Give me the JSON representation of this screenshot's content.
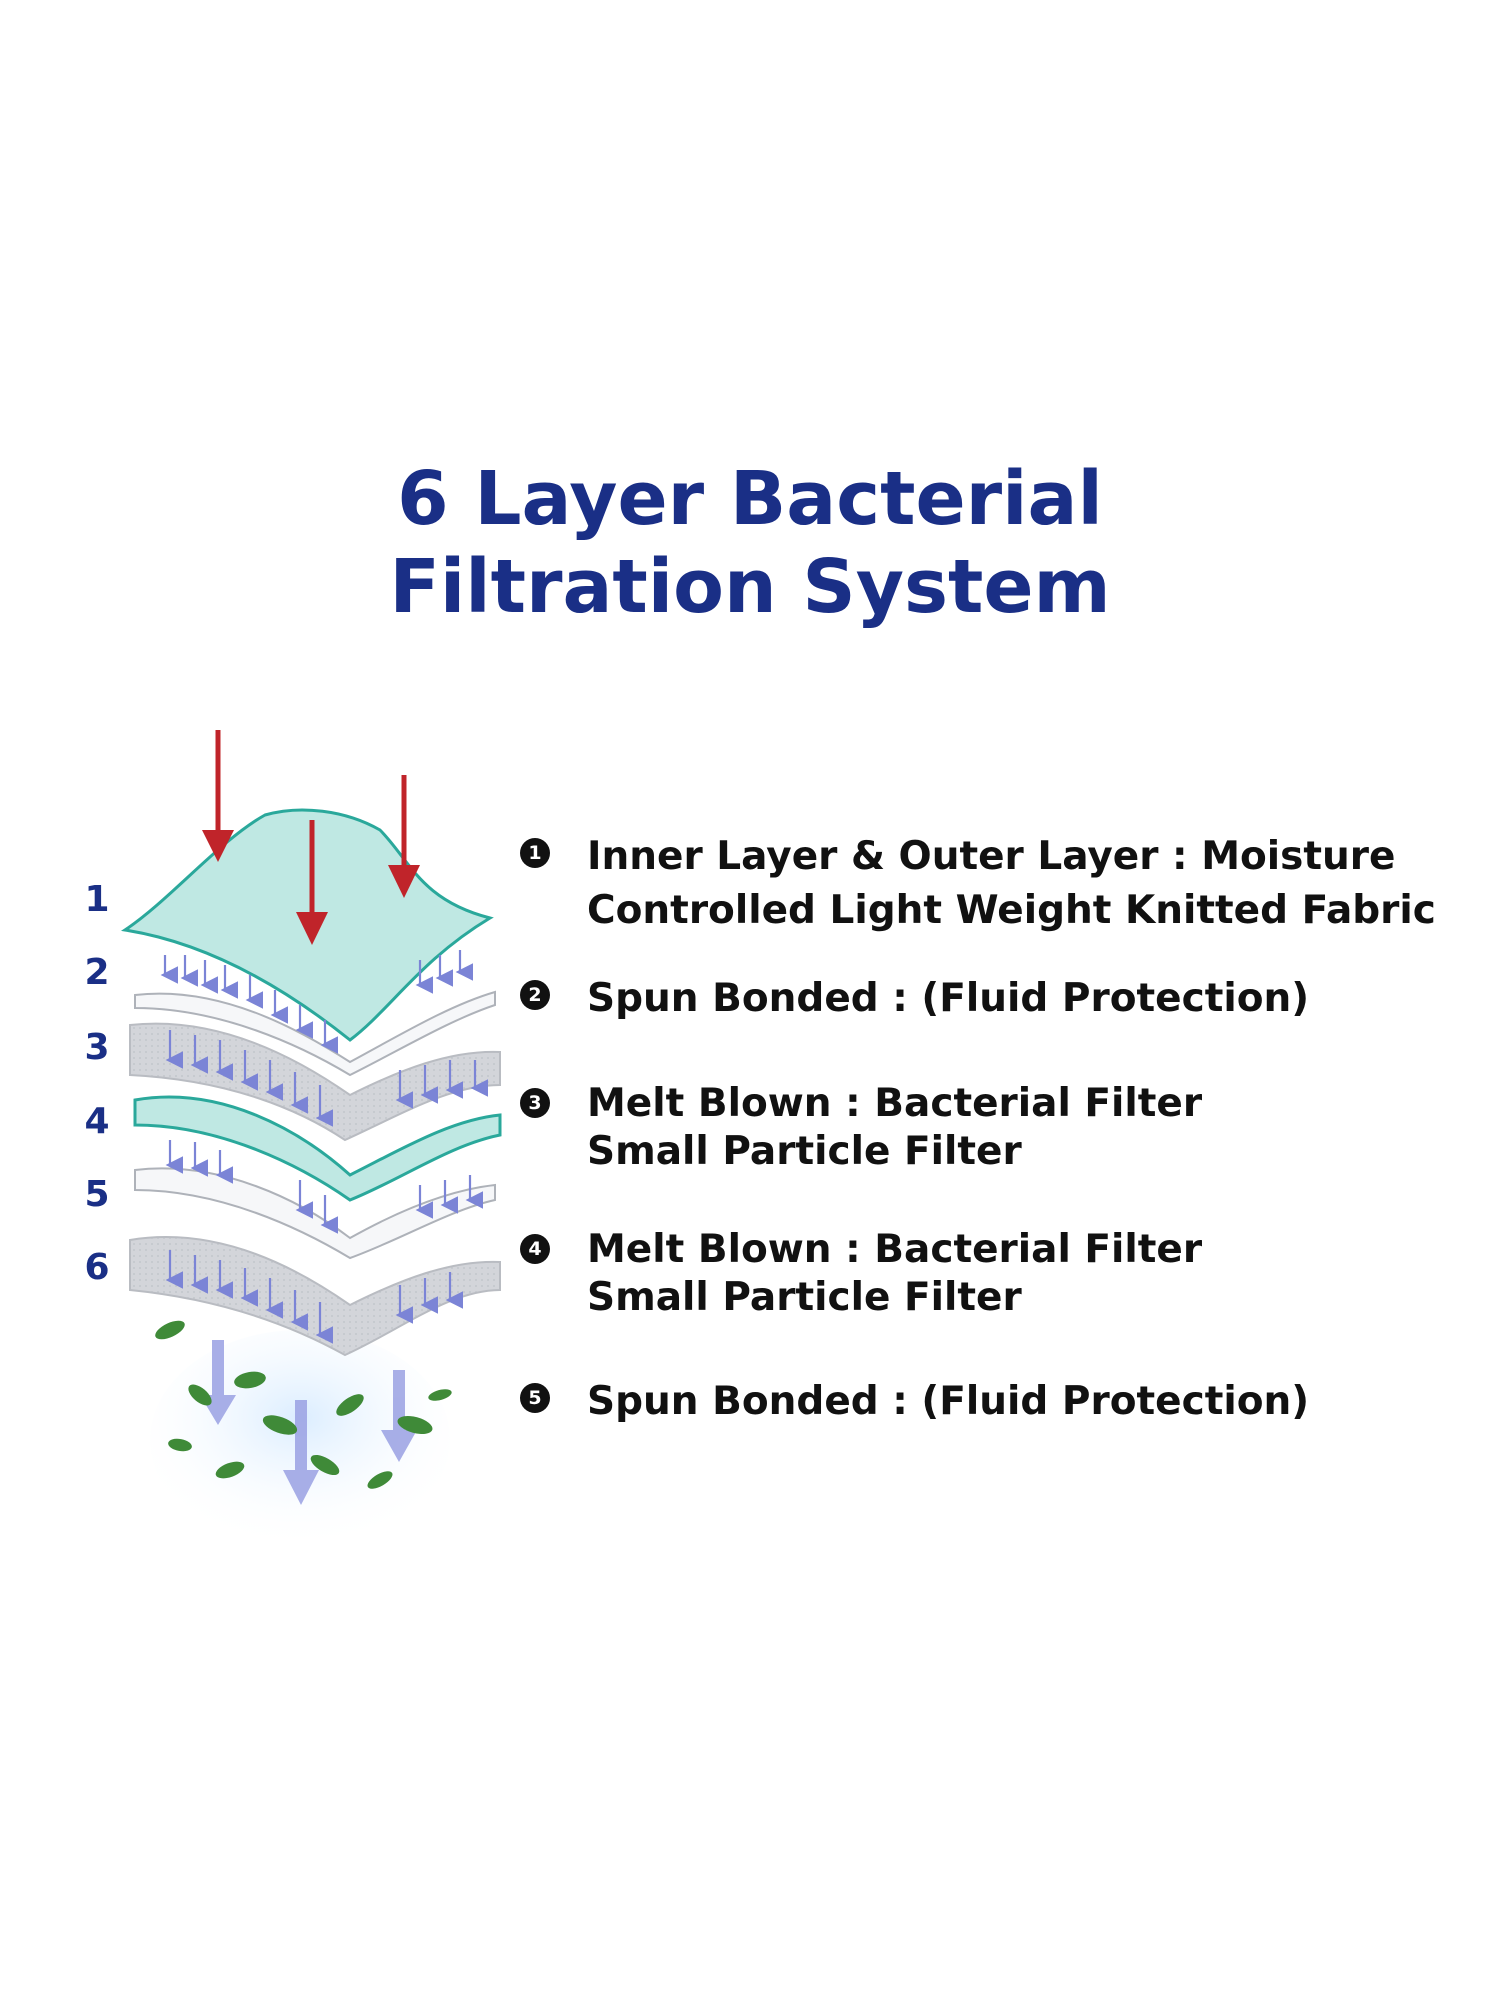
{
  "title": {
    "line1": "6 Layer Bacterial",
    "line2": "Filtration System"
  },
  "layer_numbers": [
    "1",
    "2",
    "3",
    "4",
    "5",
    "6"
  ],
  "items": [
    {
      "bullet": "1",
      "lines": [
        "Inner Layer & Outer Layer : Moisture",
        "Controlled Light Weight Knitted Fabric"
      ]
    },
    {
      "bullet": "2",
      "lines": [
        "Spun Bonded : (Fluid Protection)"
      ]
    },
    {
      "bullet": "3",
      "lines": [
        "Melt Blown : Bacterial Filter",
        "Small Particle Filter"
      ]
    },
    {
      "bullet": "4",
      "lines": [
        "Melt Blown : Bacterial Filter",
        "Small Particle Filter"
      ]
    },
    {
      "bullet": "5",
      "lines": [
        "Spun Bonded : (Fluid Protection)"
      ]
    }
  ],
  "colors": {
    "title": "#1a2f86",
    "text": "#111111",
    "teal_fabric": "#bfe8e3",
    "teal_edge": "#2aa89b",
    "gray_fabric": "#d4d6db",
    "white_fabric": "#f6f7f9",
    "red_arrow": "#c0242a",
    "purple_arrow": "#7b84d6",
    "leaf": "#3f8a38"
  }
}
